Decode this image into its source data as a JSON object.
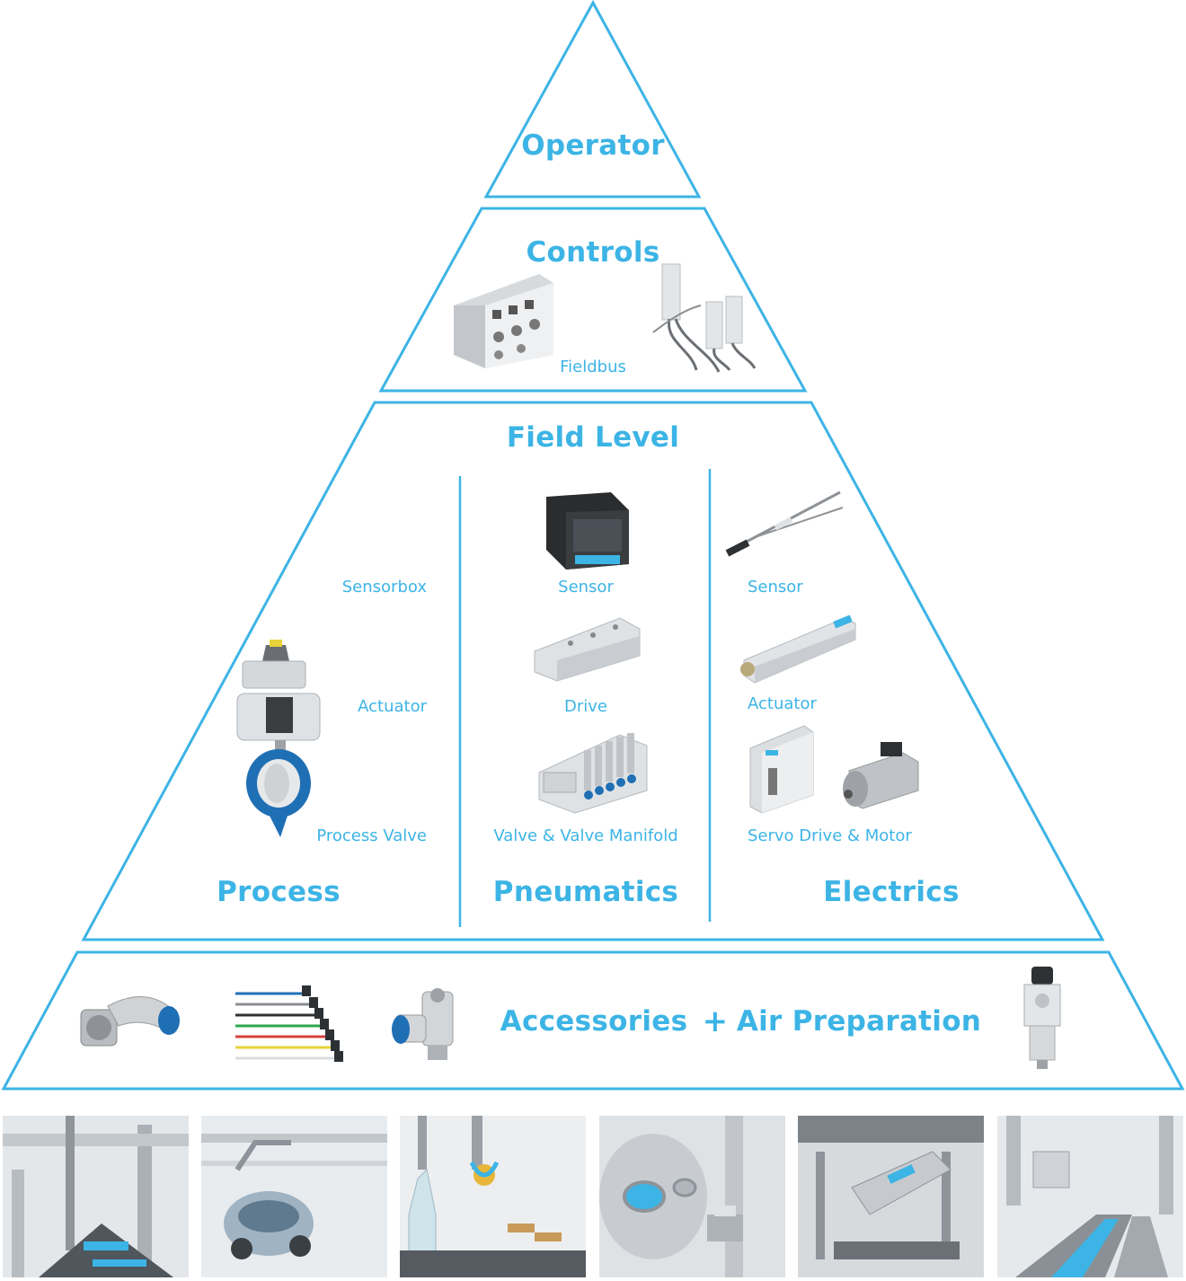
{
  "colors": {
    "accent": "#3cb4e5",
    "product_blue": "#1f6fb5",
    "steel": "#c8ccd0"
  },
  "tiers": {
    "operator": {
      "title": "Operator"
    },
    "controls": {
      "title": "Controls",
      "fieldbus_label": "Fieldbus"
    },
    "field_level": {
      "title": "Field Level",
      "process": {
        "title": "Process",
        "sensorbox": "Sensorbox",
        "actuator": "Actuator",
        "process_valve": "Process Valve"
      },
      "pneumatics": {
        "title": "Pneumatics",
        "sensor": "Sensor",
        "drive": "Drive",
        "valve_manifold": "Valve & Valve Manifold"
      },
      "electrics": {
        "title": "Electrics",
        "sensor": "Sensor",
        "actuator": "Actuator",
        "servo": "Servo Drive & Motor"
      }
    },
    "base": {
      "accessories": "Accessories",
      "plus": "+",
      "air_preparation": "Air Preparation"
    }
  },
  "photos": [
    "factory-automation-photo",
    "automotive-assembly-photo",
    "food-packaging-photo",
    "process-tank-photo",
    "electronics-handling-photo",
    "conveyor-line-photo"
  ]
}
